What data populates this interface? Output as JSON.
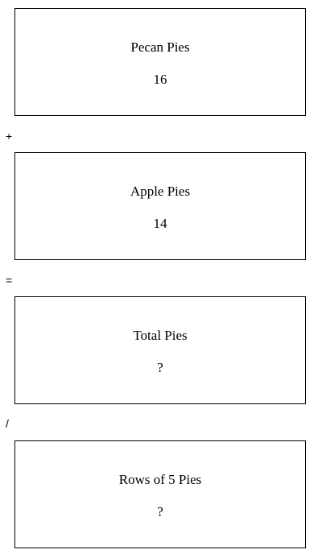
{
  "boxes": [
    {
      "title": "Pecan Pies",
      "value": "16"
    },
    {
      "title": "Apple Pies",
      "value": "14"
    },
    {
      "title": "Total Pies",
      "value": "?"
    },
    {
      "title": "Rows of 5 Pies",
      "value": "?"
    }
  ],
  "operators": [
    "+",
    "=",
    "/"
  ]
}
